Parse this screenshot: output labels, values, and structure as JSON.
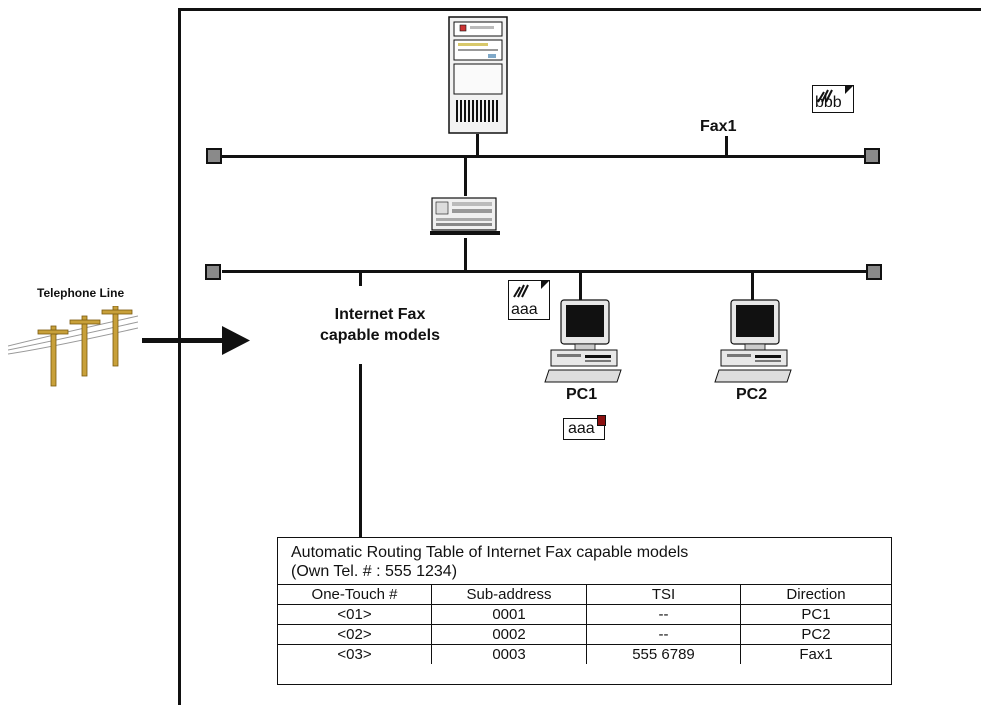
{
  "labels": {
    "fax1": "Fax1",
    "telephone_line": "Telephone Line",
    "internet_fax_line1": "Internet Fax",
    "internet_fax_line2": "capable models",
    "pc1": "PC1",
    "pc2": "PC2"
  },
  "documents": {
    "bbb": "bbb",
    "aaa": "aaa",
    "aaa_received": "aaa"
  },
  "routing_table": {
    "title": "Automatic Routing Table of  Internet Fax capable models",
    "subtitle": "(Own Tel. # : 555 1234)",
    "headers": [
      "One-Touch #",
      "Sub-address",
      "TSI",
      "Direction"
    ],
    "rows": [
      [
        "<01>",
        "0001",
        "--",
        "PC1"
      ],
      [
        "<02>",
        "0002",
        "--",
        "PC2"
      ],
      [
        "<03>",
        "0003",
        "555 6789",
        "Fax1"
      ]
    ]
  },
  "colors": {
    "line": "#111111",
    "node": "#8a8a8a",
    "pole": "#c8a03a",
    "arrow": "#111111"
  },
  "icons": [
    "server-icon",
    "hub-icon",
    "computer-icon",
    "telephone-pole-icon",
    "fax-document-icon",
    "mail-indicator-icon"
  ]
}
